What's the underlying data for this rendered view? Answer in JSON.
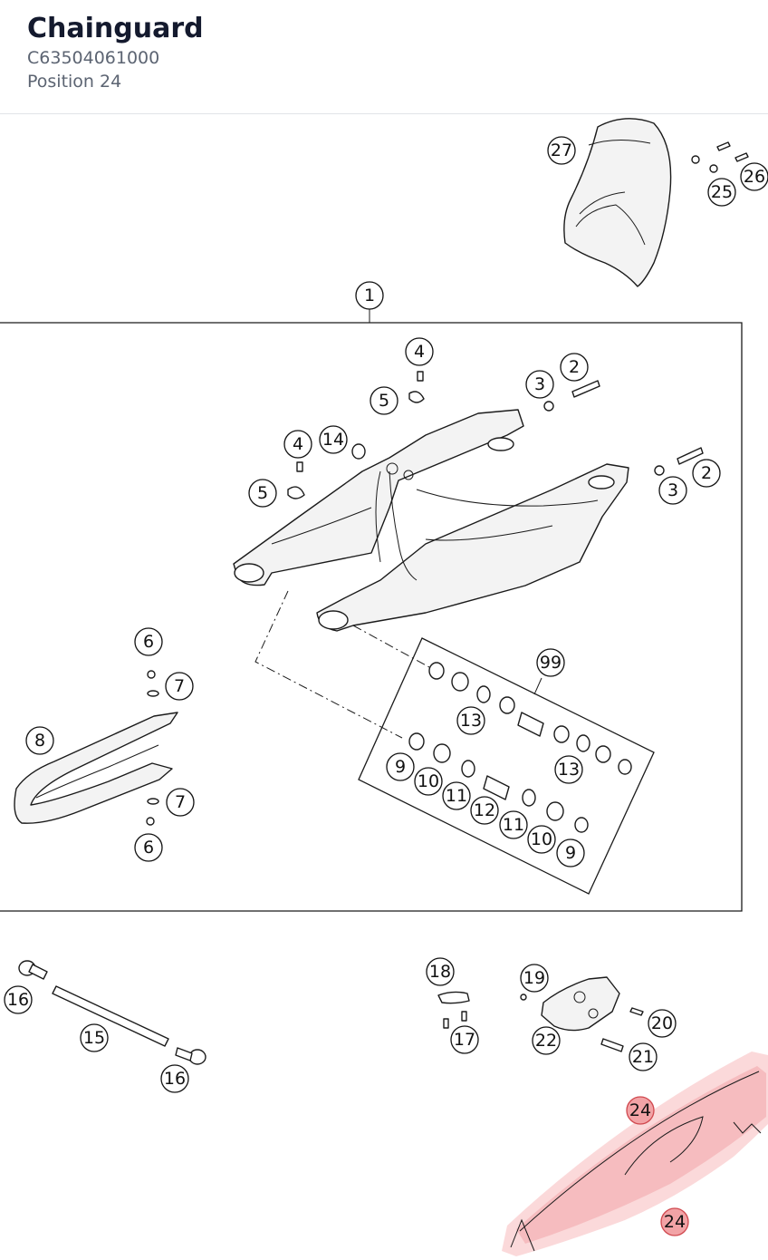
{
  "header": {
    "title": "Chainguard",
    "part_number": "C63504061000",
    "position": "Position 24"
  },
  "diagram": {
    "highlight_color": "#f2a3a6",
    "labels": [
      {
        "id": "lbl-27",
        "text": "27"
      },
      {
        "id": "lbl-26",
        "text": "26"
      },
      {
        "id": "lbl-25",
        "text": "25"
      },
      {
        "id": "lbl-1",
        "text": "1"
      },
      {
        "id": "lbl-4a",
        "text": "4"
      },
      {
        "id": "lbl-5a",
        "text": "5"
      },
      {
        "id": "lbl-2a",
        "text": "2"
      },
      {
        "id": "lbl-3a",
        "text": "3"
      },
      {
        "id": "lbl-4b",
        "text": "4"
      },
      {
        "id": "lbl-14",
        "text": "14"
      },
      {
        "id": "lbl-5b",
        "text": "5"
      },
      {
        "id": "lbl-2b",
        "text": "2"
      },
      {
        "id": "lbl-3b",
        "text": "3"
      },
      {
        "id": "lbl-6a",
        "text": "6"
      },
      {
        "id": "lbl-7a",
        "text": "7"
      },
      {
        "id": "lbl-8",
        "text": "8"
      },
      {
        "id": "lbl-7b",
        "text": "7"
      },
      {
        "id": "lbl-6b",
        "text": "6"
      },
      {
        "id": "lbl-99",
        "text": "99"
      },
      {
        "id": "lbl-13a",
        "text": "13"
      },
      {
        "id": "lbl-9a",
        "text": "9"
      },
      {
        "id": "lbl-10a",
        "text": "10"
      },
      {
        "id": "lbl-11a",
        "text": "11"
      },
      {
        "id": "lbl-12",
        "text": "12"
      },
      {
        "id": "lbl-11b",
        "text": "11"
      },
      {
        "id": "lbl-10b",
        "text": "10"
      },
      {
        "id": "lbl-9b",
        "text": "9"
      },
      {
        "id": "lbl-13b",
        "text": "13"
      },
      {
        "id": "lbl-16a",
        "text": "16"
      },
      {
        "id": "lbl-15",
        "text": "15"
      },
      {
        "id": "lbl-16b",
        "text": "16"
      },
      {
        "id": "lbl-18",
        "text": "18"
      },
      {
        "id": "lbl-17",
        "text": "17"
      },
      {
        "id": "lbl-19",
        "text": "19"
      },
      {
        "id": "lbl-22",
        "text": "22"
      },
      {
        "id": "lbl-20",
        "text": "20"
      },
      {
        "id": "lbl-21",
        "text": "21"
      },
      {
        "id": "lbl-24a",
        "text": "24"
      },
      {
        "id": "lbl-24b",
        "text": "24"
      }
    ]
  }
}
